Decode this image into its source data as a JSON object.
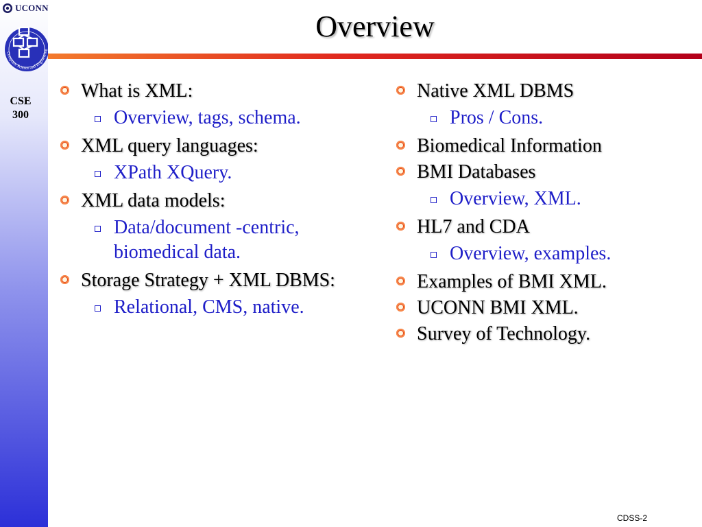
{
  "sidebar": {
    "brand": "UCONN",
    "logo_icon": "computer-network-icon",
    "logo_caption": "Computer Science and Engineering",
    "course_line1": "CSE",
    "course_line2": "300"
  },
  "slide": {
    "title": "Overview",
    "footer": "CDSS-2",
    "colors": {
      "bullet": "#e2461c",
      "subtext": "#1e1ec8",
      "rule": "#e0281e",
      "sidebar": "#2c30d8"
    }
  },
  "left": [
    {
      "text": "What is XML:",
      "subs": [
        "Overview, tags, schema."
      ]
    },
    {
      "text": "XML query languages:",
      "subs": [
        "XPath XQuery."
      ]
    },
    {
      "text": "XML data models:",
      "subs": [
        "Data/document -centric, biomedical data."
      ]
    },
    {
      "text": "Storage Strategy + XML DBMS:",
      "subs": [
        "Relational, CMS, native."
      ]
    }
  ],
  "right": [
    {
      "text": "Native XML DBMS",
      "subs": [
        "Pros / Cons."
      ]
    },
    {
      "text": "Biomedical Information",
      "subs": []
    },
    {
      "text": "BMI Databases",
      "subs": [
        "Overview, XML."
      ]
    },
    {
      "text": "HL7 and CDA",
      "subs": [
        "Overview, examples."
      ]
    },
    {
      "text": "Examples of BMI XML.",
      "subs": []
    },
    {
      "text": "UCONN BMI XML.",
      "subs": []
    },
    {
      "text": "Survey of Technology.",
      "subs": []
    }
  ]
}
